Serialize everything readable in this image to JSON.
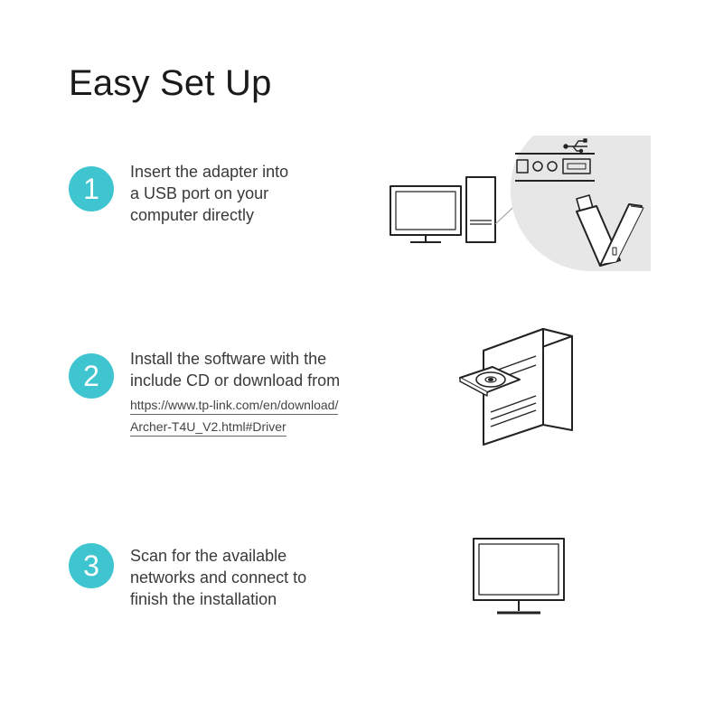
{
  "title": "Easy Set Up",
  "accent_color": "#3ec5d0",
  "steps": [
    {
      "number": "1",
      "lines": [
        "Insert the adapter into",
        "a USB port on your",
        "computer directly"
      ],
      "illustration": "computer-usb-adapter"
    },
    {
      "number": "2",
      "lines": [
        "Install the software with the",
        "include CD or download from"
      ],
      "link_lines": [
        "https://www.tp-link.com/en/download/",
        "Archer-T4U_V2.html#Driver"
      ],
      "illustration": "tower-cd-drive"
    },
    {
      "number": "3",
      "lines": [
        "Scan for the available",
        "networks and connect to",
        "finish the installation"
      ],
      "illustration": "monitor"
    }
  ],
  "icons": {
    "usb": "usb-icon"
  }
}
